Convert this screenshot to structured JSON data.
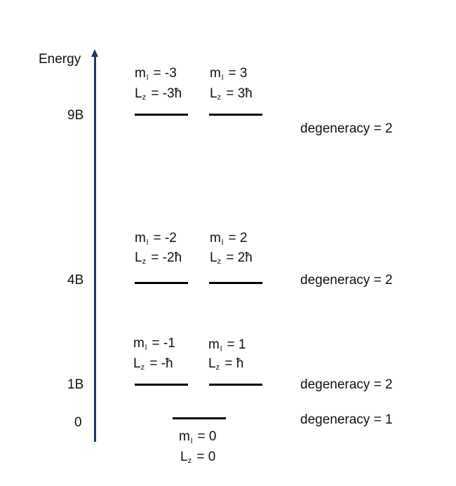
{
  "axis": {
    "label": "Energy",
    "color": "#1f3864"
  },
  "energy_ticks": [
    "9B",
    "4B",
    "1B",
    "0"
  ],
  "levels": [
    {
      "energy": "9B",
      "degeneracy": "degeneracy = 2",
      "states": [
        {
          "m_prefix": "m",
          "m_sub": "l",
          "m_value": " = -3",
          "l_prefix": "L",
          "l_sub": "z",
          "l_value": " = -3ħ"
        },
        {
          "m_prefix": "m",
          "m_sub": "l",
          "m_value": " = 3",
          "l_prefix": "L",
          "l_sub": "z",
          "l_value": " = 3ħ"
        }
      ]
    },
    {
      "energy": "4B",
      "degeneracy": "degeneracy = 2",
      "states": [
        {
          "m_prefix": "m",
          "m_sub": "l",
          "m_value": " = -2",
          "l_prefix": "L",
          "l_sub": "z",
          "l_value": " = -2ħ"
        },
        {
          "m_prefix": "m",
          "m_sub": "l",
          "m_value": " = 2",
          "l_prefix": "L",
          "l_sub": "z",
          "l_value": " = 2ħ"
        }
      ]
    },
    {
      "energy": "1B",
      "degeneracy": "degeneracy = 2",
      "states": [
        {
          "m_prefix": "m",
          "m_sub": "l",
          "m_value": " = -1",
          "l_prefix": "L",
          "l_sub": "z",
          "l_value": " = -ħ"
        },
        {
          "m_prefix": "m",
          "m_sub": "l",
          "m_value": " = 1",
          "l_prefix": "L",
          "l_sub": "z",
          "l_value": " = ħ"
        }
      ]
    },
    {
      "energy": "0",
      "degeneracy": "degeneracy = 1",
      "states": [
        {
          "m_prefix": "m",
          "m_sub": "l",
          "m_value": " = 0",
          "l_prefix": "L",
          "l_sub": "z",
          "l_value": " = 0"
        }
      ]
    }
  ]
}
